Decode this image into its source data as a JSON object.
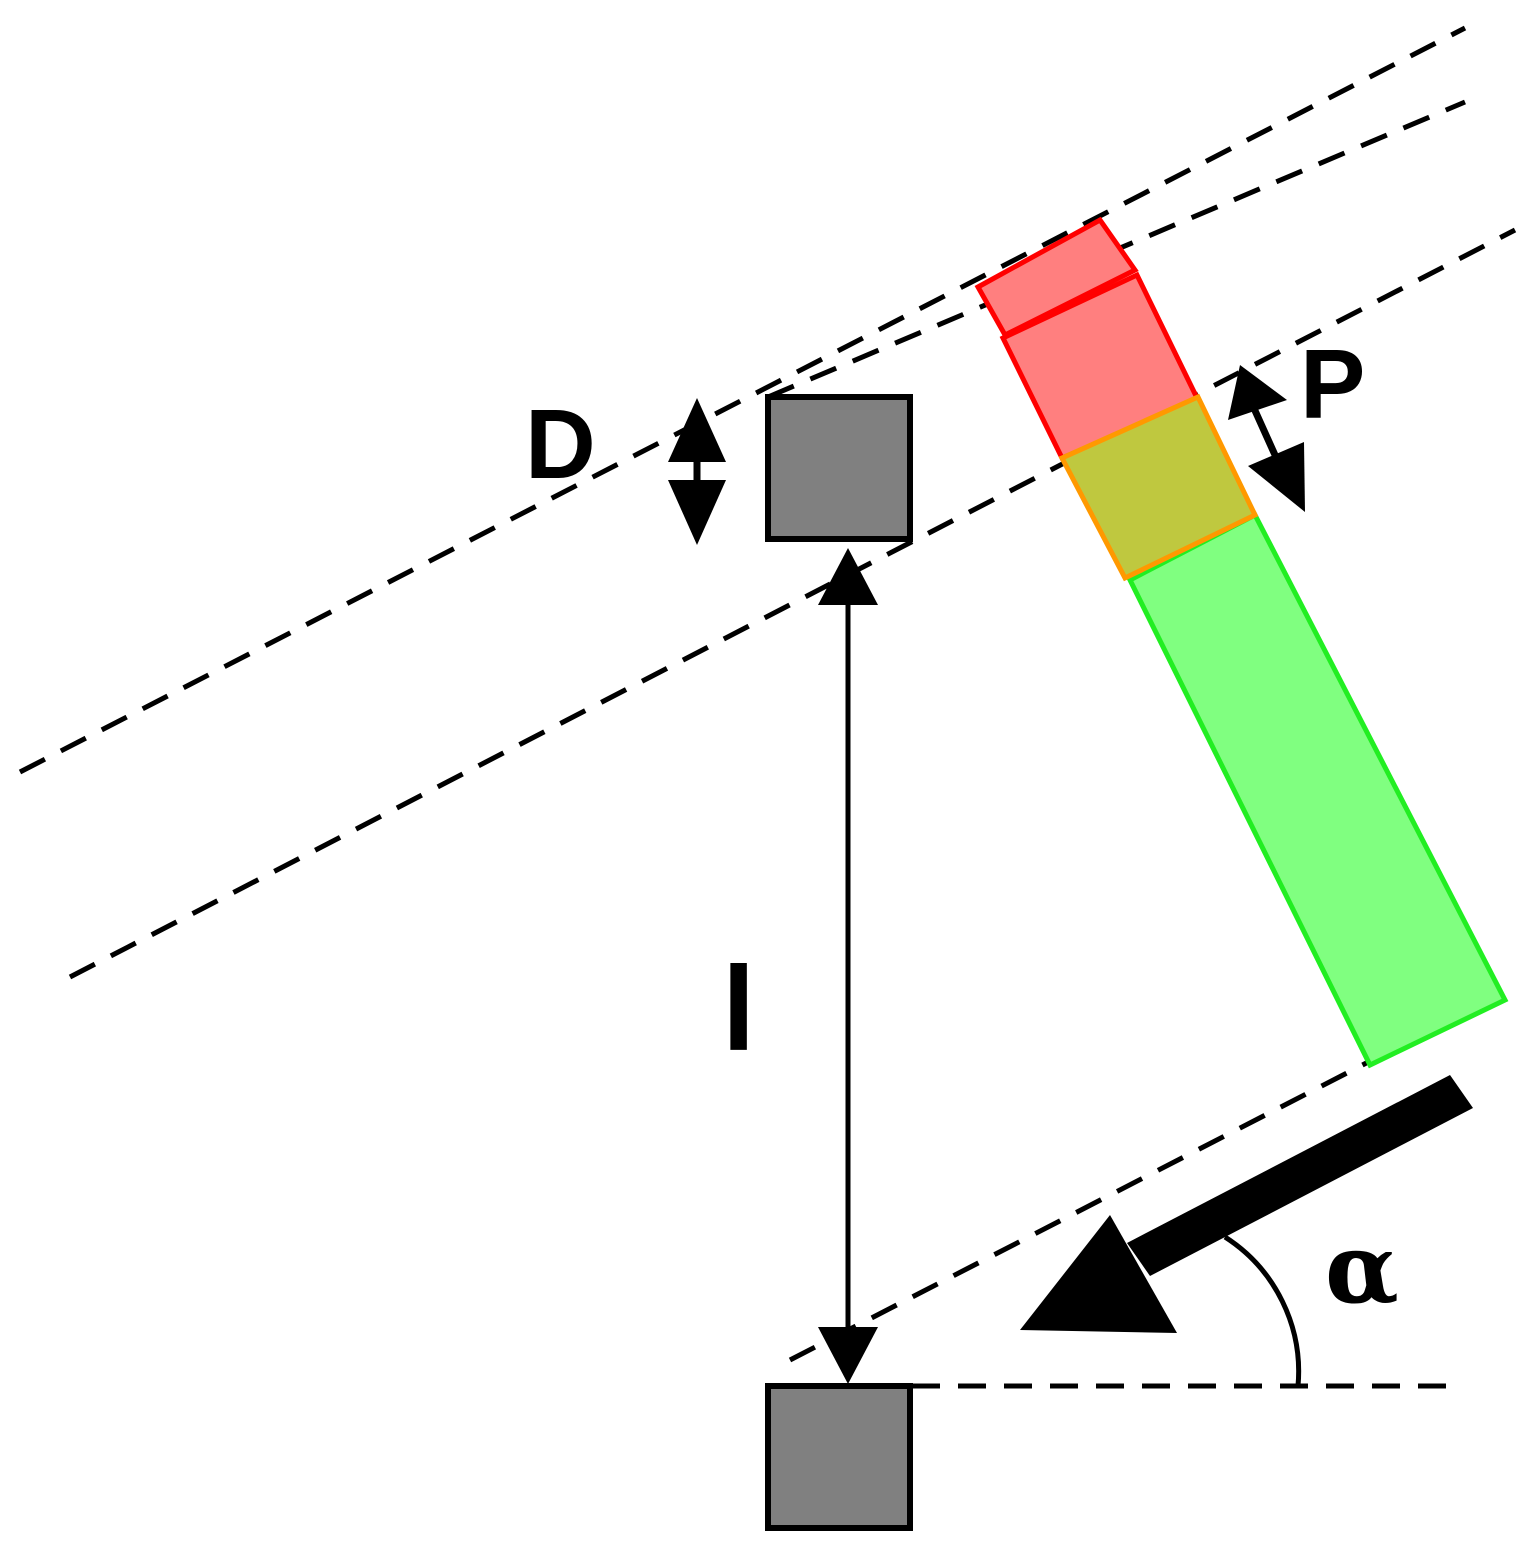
{
  "labels": {
    "d": "D",
    "p": "P",
    "l": "l",
    "alpha": "α"
  },
  "colors": {
    "square_fill": "#808080",
    "square_stroke": "#000000",
    "red_fill": "#ff7f7f",
    "red_stroke": "#ff0000",
    "overlap_fill": "#bfc83f",
    "overlap_stroke": "#ff9900",
    "green_fill": "#80ff80",
    "green_stroke": "#22ee22",
    "line": "#000000"
  }
}
